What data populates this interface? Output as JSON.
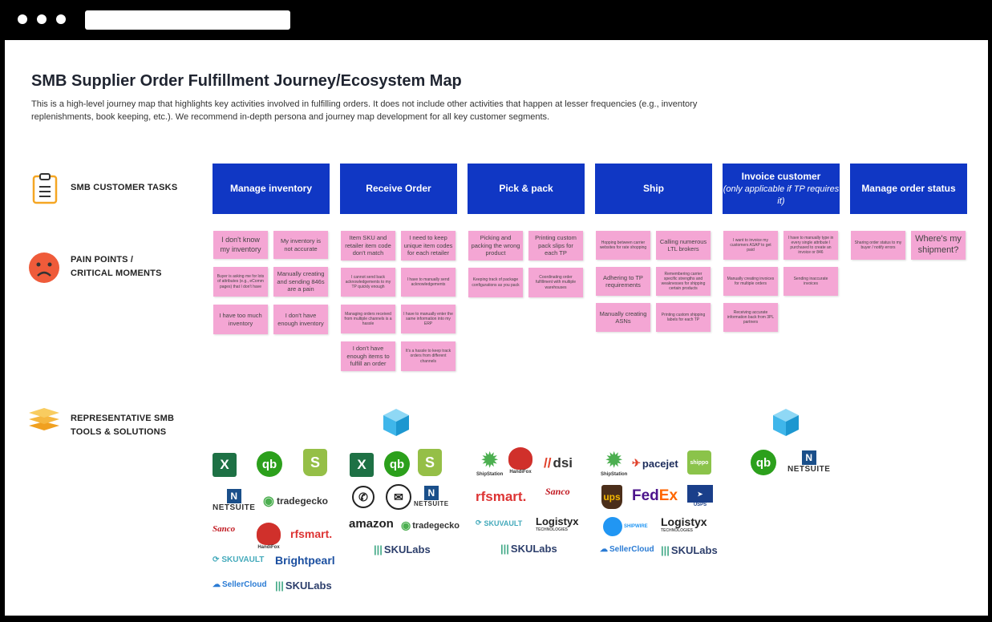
{
  "header": {
    "title": "SMB Supplier Order Fulfillment Journey/Ecosystem Map",
    "description": "This is a high-level journey map that highlights key activities involved in fulfilling orders. It does not include other activities that happen at lesser frequencies (e.g., inventory replenishments, book keeping, etc.). We recommend in-depth persona and journey map development for all key customer segments."
  },
  "rows": {
    "tasks": "SMB CUSTOMER TASKS",
    "pain_line1": "PAIN POINTS /",
    "pain_line2": "CRITICAL MOMENTS",
    "tools_line1": "REPRESENTATIVE SMB",
    "tools_line2": "TOOLS & SOLUTIONS"
  },
  "tasks": [
    {
      "label": "Manage inventory",
      "sub": ""
    },
    {
      "label": "Receive Order",
      "sub": ""
    },
    {
      "label": "Pick & pack",
      "sub": ""
    },
    {
      "label": "Ship",
      "sub": ""
    },
    {
      "label": "Invoice customer",
      "sub": "(only applicable if TP requires it)"
    },
    {
      "label": "Manage order status",
      "sub": ""
    }
  ],
  "pain_points": {
    "manage_inventory": [
      "I don't know my inventory",
      "My inventory is not accurate",
      "Buyer is asking me for lots of attributes (e.g., eComm pages) that I don't have",
      "Manually creating and sending 846s are a pain",
      "I have too much inventory",
      "I don't have enough inventory"
    ],
    "receive_order": [
      "Item SKU and retailer item code don't match",
      "I need to keep unique item codes for each retailer",
      "I cannot send back acknowledgements to my TP quickly enough",
      "I have to manually send acknowledgements",
      "Managing orders received from multiple channels is a hassle",
      "I have to manually enter the same information into my ERP",
      "I don't have enough items to fulfill an order",
      "It's a hassle to keep track orders from different channels"
    ],
    "pick_pack": [
      "Picking and packing the wrong product",
      "Printing custom pack slips for each TP",
      "Keeping track of package configurations as you pack",
      "Coordinating order fulfillment with multiple warehouses"
    ],
    "ship": [
      "Hopping between carrier websites for rate shopping",
      "Calling numerous LTL brokers",
      "Adhering to TP requirements",
      "Remembering carrier specific strengths and weaknesses for shipping certain products",
      "Manually creating ASNs",
      "Printing custom shipping labels for each TP"
    ],
    "invoice": [
      "I want to invoice my customers ASAP to get paid",
      "I have to manually type in every single attribute I purchased to create an invoice or 846",
      "Manually creating invoices for multiple orders",
      "Sending inaccurate invoices",
      "Receiving accurate information back from 3PL partners"
    ],
    "order_status": [
      "Sharing order status to my buyer / notify errors",
      "Where's my shipment?"
    ]
  },
  "tools": {
    "excel": "X",
    "quickbooks": "qb",
    "shopify": "S",
    "netsuite": "NETSUITE",
    "netsuite_n": "N",
    "tradegecko": "tradegecko",
    "sanco": "Sanco",
    "handifox": "HandiFox",
    "rfsmart": "rfsmart.",
    "skuvault": "SKUVAULT",
    "brightpearl": "Brightpearl",
    "sellercloud": "SellerCloud",
    "skulabs": "SKULabs",
    "amazon": "amazon",
    "dsi": "dsi",
    "shipstation": "ShipStation",
    "logistyx": "Logistyx",
    "logistyx_sub": "TECHNOLOGIES",
    "pacejet": "pacejet",
    "shippo": "shippo",
    "ups": "ups",
    "fedex_fed": "Fed",
    "fedex_ex": "Ex",
    "usps": "USPS",
    "shipwire": "SHIPWIRE"
  },
  "colors": {
    "task_blue": "#1037c4",
    "sticky_pink": "#f4a6d4",
    "cube_blue": "#3fb6ea"
  }
}
